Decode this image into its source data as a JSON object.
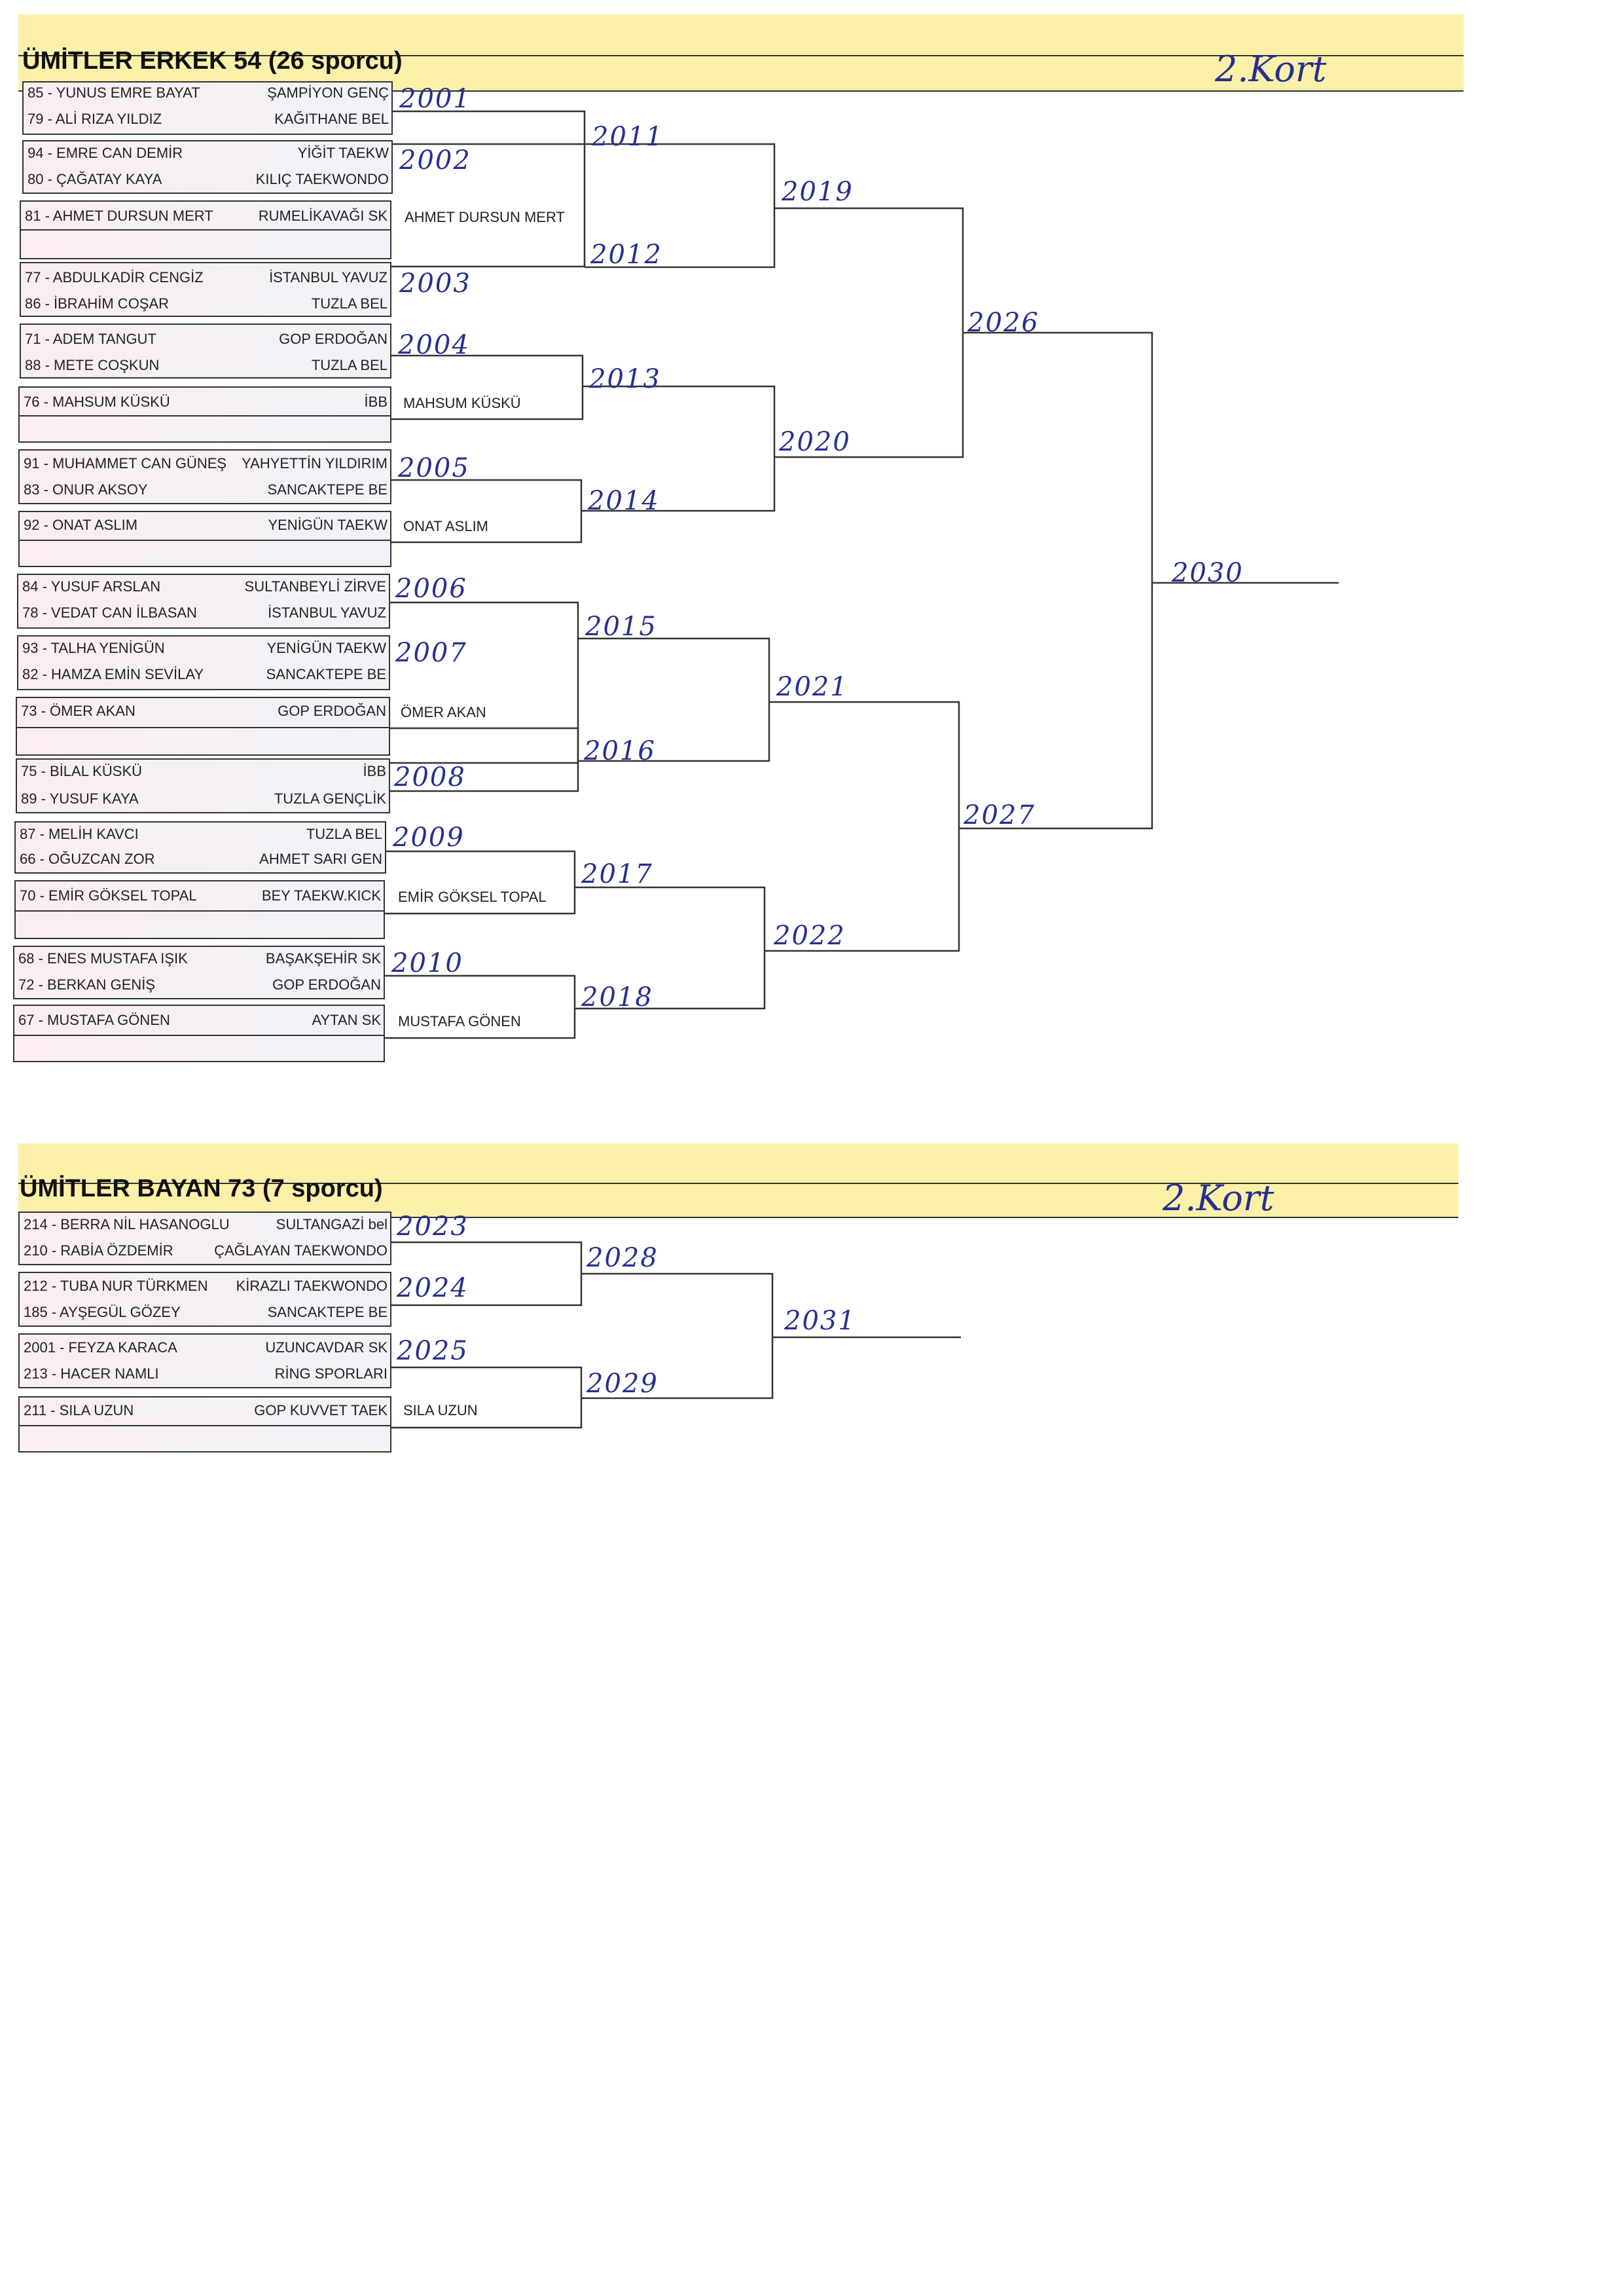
{
  "sections": [
    {
      "title": "ÜMİTLER ERKEK 54 (26 sporcu)",
      "court_note": "2.Kort",
      "players": [
        {
          "name": "85 - YUNUS EMRE BAYAT",
          "club": "ŞAMPİYON GENÇ"
        },
        {
          "name": "79 - ALİ RIZA YILDIZ",
          "club": "KAĞITHANE BEL"
        },
        {
          "name": "94 - EMRE CAN DEMİR",
          "club": "YİĞİT TAEKW"
        },
        {
          "name": "80 - ÇAĞATAY KAYA",
          "club": "KILIÇ TAEKWONDO"
        },
        {
          "name": "81 - AHMET DURSUN MERT",
          "club": "RUMELİKAVAĞI SK"
        },
        {
          "name": "77 - ABDULKADİR CENGİZ",
          "club": "İSTANBUL YAVUZ"
        },
        {
          "name": "86 - İBRAHİM COŞAR",
          "club": "TUZLA BEL"
        },
        {
          "name": "71 - ADEM TANGUT",
          "club": "GOP ERDOĞAN"
        },
        {
          "name": "88 - METE COŞKUN",
          "club": "TUZLA BEL"
        },
        {
          "name": "76 - MAHSUM KÜSKÜ",
          "club": "İBB"
        },
        {
          "name": "91 - MUHAMMET CAN GÜNEŞ",
          "club": "YAHYETTİN YILDIRIM"
        },
        {
          "name": "83 - ONUR AKSOY",
          "club": "SANCAKTEPE BE"
        },
        {
          "name": "92 - ONAT ASLIM",
          "club": "YENİGÜN TAEKW"
        },
        {
          "name": "84 - YUSUF ARSLAN",
          "club": "SULTANBEYLİ ZİRVE"
        },
        {
          "name": "78 - VEDAT CAN İLBASAN",
          "club": "İSTANBUL YAVUZ"
        },
        {
          "name": "93 - TALHA YENİGÜN",
          "club": "YENİGÜN TAEKW"
        },
        {
          "name": "82 - HAMZA EMİN SEVİLAY",
          "club": "SANCAKTEPE BE"
        },
        {
          "name": "73 - ÖMER AKAN",
          "club": "GOP ERDOĞAN"
        },
        {
          "name": "75 - BİLAL KÜSKÜ",
          "club": "İBB"
        },
        {
          "name": "89 - YUSUF KAYA",
          "club": "TUZLA GENÇLİK"
        },
        {
          "name": "87 - MELİH KAVCI",
          "club": "TUZLA BEL"
        },
        {
          "name": "66 - OĞUZCAN ZOR",
          "club": "AHMET SARI GEN"
        },
        {
          "name": "70 - EMİR GÖKSEL TOPAL",
          "club": "BEY TAEKW.KICK"
        },
        {
          "name": "68 - ENES MUSTAFA IŞIK",
          "club": "BAŞAKŞEHİR SK"
        },
        {
          "name": "72 - BERKAN GENİŞ",
          "club": "GOP ERDOĞAN"
        },
        {
          "name": "67 - MUSTAFA GÖNEN",
          "club": "AYTAN SK"
        }
      ],
      "byes": [
        "AHMET DURSUN MERT",
        "MAHSUM KÜSKÜ",
        "ONAT ASLIM",
        "ÖMER AKAN",
        "EMİR GÖKSEL TOPAL",
        "MUSTAFA GÖNEN"
      ],
      "match_numbers": [
        "2001",
        "2002",
        "2003",
        "2004",
        "2005",
        "2006",
        "2007",
        "2008",
        "2009",
        "2010",
        "2011",
        "2012",
        "2013",
        "2014",
        "2015",
        "2016",
        "2017",
        "2018",
        "2019",
        "2020",
        "2021",
        "2022",
        "2026",
        "2027",
        "2030"
      ]
    },
    {
      "title": "ÜMİTLER BAYAN 73 (7 sporcu)",
      "court_note": "2.Kort",
      "players": [
        {
          "name": "214 - BERRA NİL HASANOGLU",
          "club": "SULTANGAZİ bel"
        },
        {
          "name": "210 - RABİA ÖZDEMİR",
          "club": "ÇAĞLAYAN TAEKWONDO"
        },
        {
          "name": "212 - TUBA NUR TÜRKMEN",
          "club": "KİRAZLI TAEKWONDO"
        },
        {
          "name": "185 - AYŞEGÜL GÖZEY",
          "club": "SANCAKTEPE BE"
        },
        {
          "name": "2001 - FEYZA KARACA",
          "club": "UZUNCAVDAR SK"
        },
        {
          "name": "213 - HACER NAMLI",
          "club": "RİNG SPORLARI"
        },
        {
          "name": "211 - SILA UZUN",
          "club": "GOP KUVVET TAEK"
        }
      ],
      "byes": [
        "SILA UZUN"
      ],
      "match_numbers": [
        "2023",
        "2024",
        "2025",
        "2028",
        "2029",
        "2031"
      ]
    }
  ]
}
